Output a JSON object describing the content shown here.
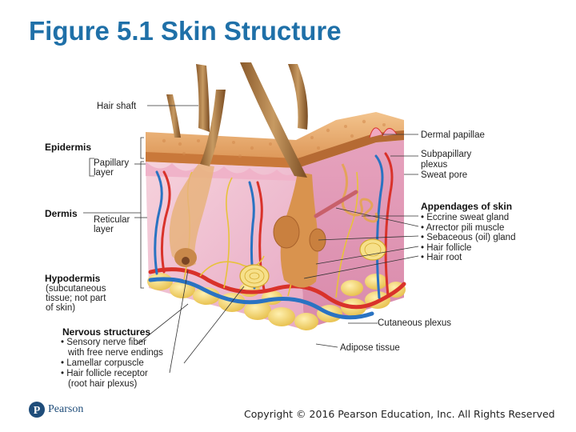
{
  "title": "Figure 5.1 Skin Structure",
  "labels_left": {
    "hair_shaft": "Hair shaft",
    "epidermis": "Epidermis",
    "papillary_1": "Papillary",
    "papillary_2": "layer",
    "dermis": "Dermis",
    "reticular_1": "Reticular",
    "reticular_2": "layer",
    "hypodermis": "Hypodermis",
    "hypo_sub_1": "(subcutaneous",
    "hypo_sub_2": "tissue; not part",
    "hypo_sub_3": "of skin)"
  },
  "nervous": {
    "heading": "Nervous structures",
    "l1": "• Sensory nerve fiber",
    "l2": "with free nerve endings",
    "l3": "• Lamellar corpuscle",
    "l4": "• Hair follicle receptor",
    "l5": "(root hair plexus)"
  },
  "labels_right": {
    "dermal_papillae": "Dermal papillae",
    "subpapillary_1": "Subpapillary",
    "subpapillary_2": "plexus",
    "sweat_pore": "Sweat pore",
    "appendages": "Appendages of skin",
    "a1": "• Eccrine sweat gland",
    "a2": "• Arrector pili muscle",
    "a3": "• Sebaceous (oil) gland",
    "a4": "• Hair follicle",
    "a5": "• Hair root",
    "cutaneous_plexus": "Cutaneous plexus",
    "adipose_tissue": "Adipose tissue"
  },
  "footer": {
    "publisher": "Pearson",
    "copyright": "Copyright © 2016 Pearson Education, Inc. All Rights Reserved"
  },
  "colors": {
    "title": "#1f70a8",
    "epidermis": "#e9b27a",
    "dermis": "#f2c6d6",
    "fat": "#f3d67a",
    "artery": "#d9322a",
    "vein": "#2a73c2",
    "nerve": "#e8c23a"
  }
}
